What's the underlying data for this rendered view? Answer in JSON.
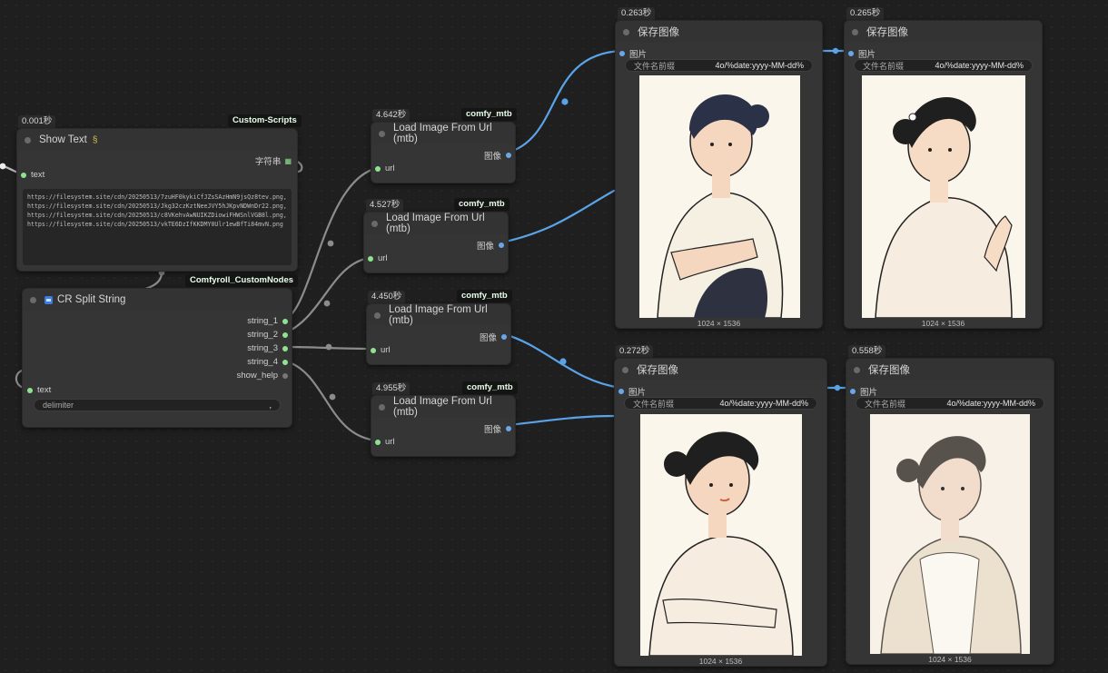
{
  "show_text": {
    "timing": "0.001秒",
    "badge": "Custom-Scripts",
    "title": "Show Text",
    "title_icon": "snake-icon",
    "out_label": "字符串",
    "in_label": "text",
    "content": "https://filesystem.site/cdn/20250513/7zuHF0kykiCfJZsSAzHmN9jsQz8tev.png,https://filesystem.site/cdn/20250513/Jkg32czKztNeeJVY5hJKpvNDWnDr22.png,https://filesystem.site/cdn/20250513/c8VKehvAwNUIKZDiowiFHWSnlVGB8l.png,https://filesystem.site/cdn/20250513/vkTE6DzIfKKDMY0Ulr1ewBfTi84mvN.png"
  },
  "split": {
    "badge": "Comfyroll_CustomNodes",
    "title": "CR Split String",
    "outputs": [
      "string_1",
      "string_2",
      "string_3",
      "string_4",
      "show_help"
    ],
    "in_label": "text",
    "delimiter_label": "delimiter",
    "delimiter_value": ","
  },
  "loaders": [
    {
      "timing": "4.642秒",
      "badge": "comfy_mtb",
      "title": "Load Image From Url (mtb)",
      "out_label": "图像",
      "in_label": "url"
    },
    {
      "timing": "4.527秒",
      "badge": "comfy_mtb",
      "title": "Load Image From Url (mtb)",
      "out_label": "图像",
      "in_label": "url"
    },
    {
      "timing": "4.450秒",
      "badge": "comfy_mtb",
      "title": "Load Image From Url (mtb)",
      "out_label": "图像",
      "in_label": "url"
    },
    {
      "timing": "4.955秒",
      "badge": "comfy_mtb",
      "title": "Load Image From Url (mtb)",
      "out_label": "图像",
      "in_label": "url"
    }
  ],
  "savers": [
    {
      "timing": "0.263秒",
      "title": "保存图像",
      "in_label": "图片",
      "prefix_label": "文件名前缀",
      "prefix_value": "4o/%date:yyyy-MM-dd%",
      "dims": "1024 × 1536"
    },
    {
      "timing": "0.265秒",
      "title": "保存图像",
      "in_label": "图片",
      "prefix_label": "文件名前缀",
      "prefix_value": "4o/%date:yyyy-MM-dd%",
      "dims": "1024 × 1536"
    },
    {
      "timing": "0.272秒",
      "title": "保存图像",
      "in_label": "图片",
      "prefix_label": "文件名前缀",
      "prefix_value": "4o/%date:yyyy-MM-dd%",
      "dims": "1024 × 1536"
    },
    {
      "timing": "0.558秒",
      "title": "保存图像",
      "in_label": "图片",
      "prefix_label": "文件名前缀",
      "prefix_value": "4o/%date:yyyy-MM-dd%",
      "dims": "1024 × 1536"
    }
  ],
  "colors": {
    "image_wire": "#5aa3e8",
    "string_wire": "#9a9a9a",
    "canvas": "#1f1f1f",
    "node": "#353535"
  }
}
